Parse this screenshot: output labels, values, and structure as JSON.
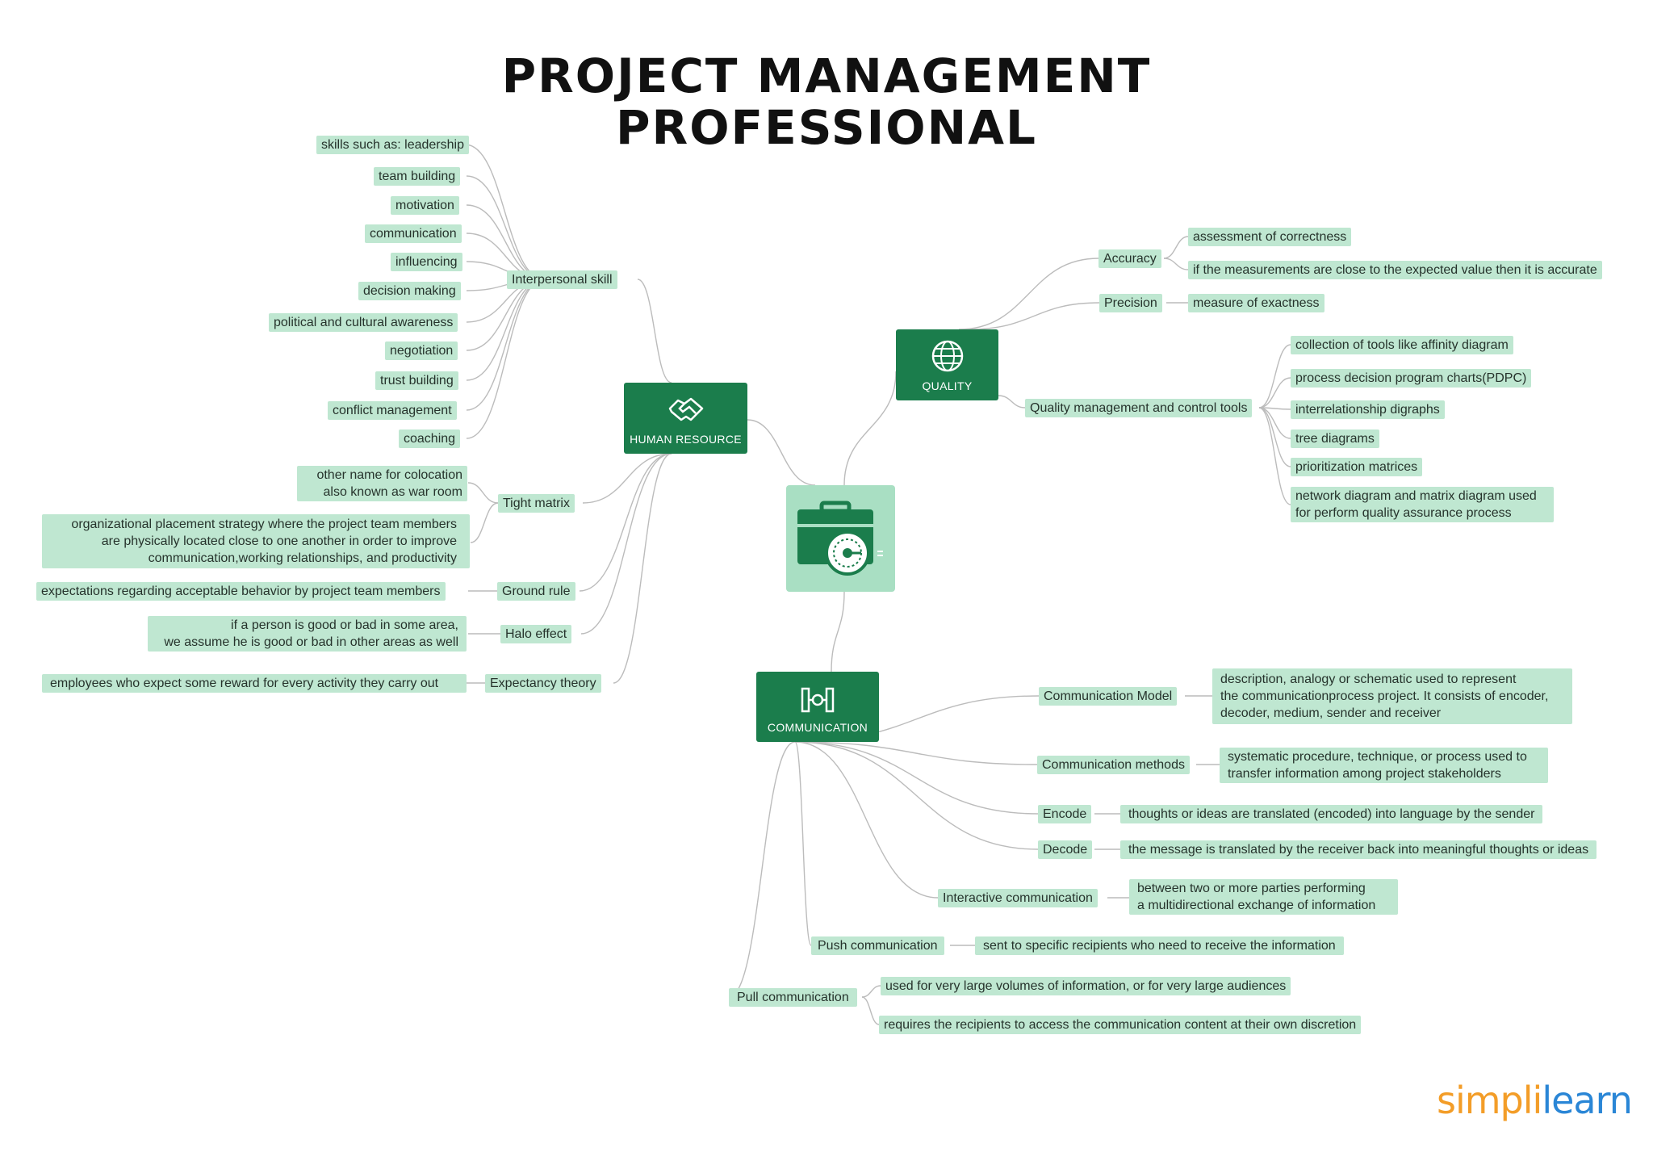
{
  "title_line1": "PROJECT MANAGEMENT",
  "title_line2": "PROFESSIONAL",
  "hubs": {
    "hr": {
      "label": "HUMAN RESOURCE",
      "icon": "handshake-icon"
    },
    "quality": {
      "label": "QUALITY",
      "icon": "globe-icon"
    },
    "communication": {
      "label": "COMMUNICATION",
      "icon": "communication-icon"
    },
    "center": {
      "icon": "briefcase-gauge-icon"
    }
  },
  "hr": {
    "interpersonal": {
      "label": "Interpersonal skill",
      "items": [
        "skills such as: leadership",
        "team building",
        "motivation",
        "communication",
        "influencing",
        "decision making",
        "political and cultural awareness",
        "negotiation",
        "trust building",
        "conflict management",
        "coaching"
      ]
    },
    "tight_matrix": {
      "label": "Tight matrix",
      "items": [
        [
          "other name for colocation",
          "also known as war room"
        ],
        [
          "organizational placement strategy where the project team members",
          "are physically located close to one another in order to improve",
          "communication,working relationships, and productivity"
        ]
      ]
    },
    "ground_rule": {
      "label": "Ground rule",
      "desc": "expectations regarding acceptable behavior by project team members"
    },
    "halo": {
      "label": "Halo effect",
      "desc": [
        "if a person is good or bad in some area,",
        "we assume he is good or bad in other areas as well"
      ]
    },
    "expectancy": {
      "label": "Expectancy theory",
      "desc": "employees who expect some reward for every activity they carry out"
    }
  },
  "quality": {
    "accuracy": {
      "label": "Accuracy",
      "items": [
        "assessment of correctness",
        "if the measurements are close to the expected value then it is accurate"
      ]
    },
    "precision": {
      "label": "Precision",
      "items": [
        "measure of exactness"
      ]
    },
    "qmct": {
      "label": "Quality management and control tools",
      "items": [
        "collection of tools like affinity diagram",
        "process decision program charts(PDPC)",
        "interrelationship digraphs",
        "tree diagrams",
        "prioritization matrices",
        [
          "network diagram and matrix diagram used",
          "for perform quality assurance process"
        ]
      ]
    }
  },
  "comm": {
    "model": {
      "label": "Communication Model",
      "desc": [
        "description, analogy or schematic used to represent",
        "the communicationprocess project. It consists of encoder,",
        "decoder, medium, sender and receiver"
      ]
    },
    "methods": {
      "label": "Communication methods",
      "desc": [
        "systematic procedure, technique, or process used to",
        "transfer information among project stakeholders"
      ]
    },
    "encode": {
      "label": "Encode",
      "desc": "thoughts or ideas are translated (encoded) into language by the sender"
    },
    "decode": {
      "label": "Decode",
      "desc": "the message is translated by the receiver back into meaningful thoughts or ideas"
    },
    "interactive": {
      "label": "Interactive communication",
      "desc": [
        "between two or more parties performing",
        "a multidirectional exchange of information"
      ]
    },
    "push": {
      "label": "Push communication",
      "desc": "sent to specific recipients who need to receive the information"
    },
    "pull": {
      "label": "Pull communication",
      "items": [
        "used for very large volumes of information, or for very large audiences",
        "requires the recipients to access the communication content at their own discretion"
      ]
    }
  },
  "logo": {
    "part1": "simpl",
    "bar": "i",
    "part2": "learn"
  },
  "colors": {
    "hub": "#1b7d4c",
    "node": "#bfe7d1",
    "center": "#a9dfc3",
    "line": "#bcbcbc",
    "logo_orange": "#f39d28",
    "logo_blue": "#2a86d6"
  }
}
